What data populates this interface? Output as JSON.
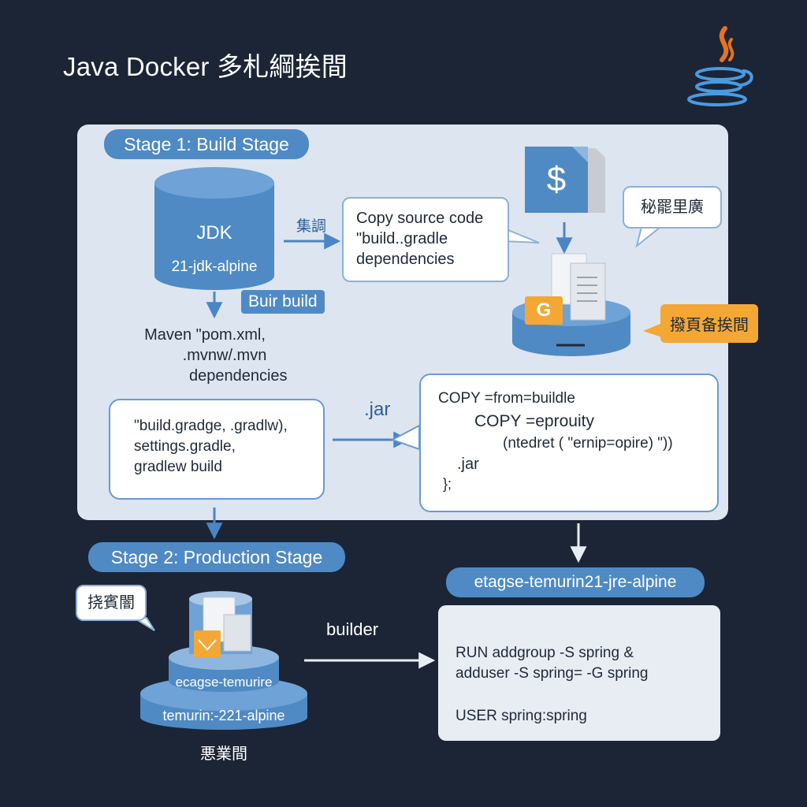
{
  "header": {
    "title": "Java Docker 多札綱挨間"
  },
  "stage1": {
    "label": "Stage 1: Build Stage",
    "jdk": {
      "name": "JDK",
      "version": "21-jdk-alpine"
    },
    "arrow_label": "集調",
    "copy_callout": [
      "Copy source code",
      "\"build..gradle",
      "dependencies"
    ],
    "build_tag": "Buir build",
    "maven": [
      "Maven \"pom.xml,",
      ".mvnw/.mvn",
      "dependencies"
    ],
    "gradle_box": [
      "\"build.gradge, .gradlw),",
      "settings.gradle,",
      "gradlew build"
    ],
    "jar_label": ".jar",
    "copy_box": [
      "COPY =from=buildle",
      "COPY =eprouity",
      "(ntedret ( \"ernip=opire) \"))",
      ".jar",
      "};"
    ],
    "dollar_symbol": "$",
    "note_callout": "秘罷里廣",
    "g_badge": "G",
    "orange_tag": "撥頁备挨間"
  },
  "stage2": {
    "label": "Stage 2: Production Stage",
    "callout": "挠賓闇",
    "base_image": {
      "top": "ecagse-temurire",
      "bottom": "temurin:-221-alpine"
    },
    "bottom_caption": "悪業間",
    "builder_label": "builder",
    "image_pill": "etagse-temurin21-jre-alpine",
    "run_box": [
      "RUN addgroup -S spring &",
      "adduser -S spring= -G spring",
      "USER spring:spring"
    ]
  },
  "colors": {
    "background": "#1b2536",
    "panel": "#dde5f0",
    "accent_blue": "#4f8ac4",
    "arrow_blue": "#4a86c5",
    "orange": "#f4a734"
  }
}
